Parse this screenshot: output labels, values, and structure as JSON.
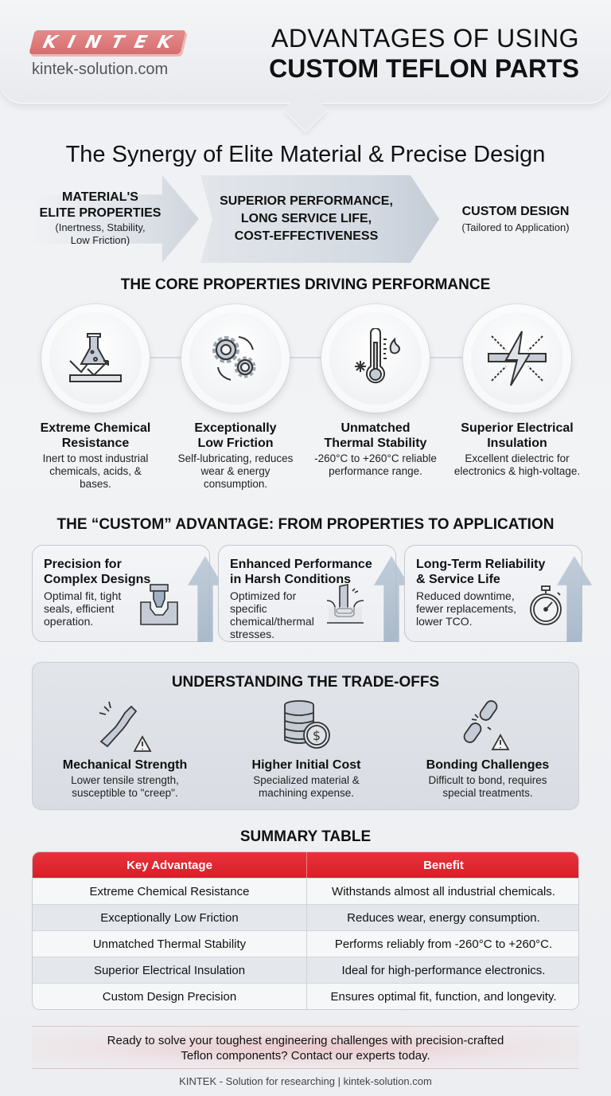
{
  "header": {
    "logo_text": "KINTEK",
    "logo_url": "kintek-solution.com",
    "title_line1": "ADVANTAGES OF USING",
    "title_line2": "CUSTOM TEFLON PARTS",
    "brand_color": "#d66e6e"
  },
  "synergy": {
    "title": "The Synergy of Elite Material & Precise Design",
    "steps": [
      {
        "title_line1": "MATERIAL'S",
        "title_line2": "ELITE PROPERTIES",
        "sub_line1": "(Inertness, Stability,",
        "sub_line2": "Low Friction)"
      },
      {
        "title_line1": "SUPERIOR PERFORMANCE,",
        "title_line2": "LONG SERVICE LIFE,",
        "title_line3": "COST-EFFECTIVENESS"
      },
      {
        "title_line1": "CUSTOM DESIGN",
        "sub_line1": "(Tailored to Application)"
      }
    ]
  },
  "core": {
    "title": "THE CORE PROPERTIES DRIVING PERFORMANCE",
    "items": [
      {
        "icon": "flask-icon",
        "name_line1": "Extreme Chemical",
        "name_line2": "Resistance",
        "desc_line1": "Inert to most industrial",
        "desc_line2": "chemicals, acids, &",
        "desc_line3": "bases."
      },
      {
        "icon": "gears-icon",
        "name_line1": "Exceptionally",
        "name_line2": "Low Friction",
        "desc_line1": "Self-lubricating, reduces",
        "desc_line2": "wear & energy",
        "desc_line3": "consumption."
      },
      {
        "icon": "thermometer-icon",
        "name_line1": "Unmatched",
        "name_line2": "Thermal Stability",
        "desc_line1": "-260°C to +260°C reliable",
        "desc_line2": "performance range."
      },
      {
        "icon": "lightning-icon",
        "name_line1": "Superior Electrical",
        "name_line2": "Insulation",
        "desc_line1": "Excellent dielectric for",
        "desc_line2": "electronics & high-voltage."
      }
    ]
  },
  "custom": {
    "title": "THE “CUSTOM” ADVANTAGE: FROM PROPERTIES TO APPLICATION",
    "cards": [
      {
        "icon": "mold-icon",
        "title_line1": "Precision for",
        "title_line2": "Complex Designs",
        "desc_line1": "Optimal fit, tight",
        "desc_line2": "seals, efficient",
        "desc_line3": "operation."
      },
      {
        "icon": "seal-icon",
        "title_line1": "Enhanced Performance",
        "title_line2": "in Harsh Conditions",
        "desc_line1": "Optimized for specific",
        "desc_line2": "chemical/thermal",
        "desc_line3": "stresses."
      },
      {
        "icon": "stopwatch-icon",
        "title_line1": "Long-Term Reliability",
        "title_line2": "& Service Life",
        "desc_line1": "Reduced downtime,",
        "desc_line2": "fewer replacements,",
        "desc_line3": "lower TCO."
      }
    ]
  },
  "tradeoffs": {
    "title": "UNDERSTANDING THE TRADE-OFFS",
    "items": [
      {
        "icon": "bent-bar-warning-icon",
        "name": "Mechanical Strength",
        "desc_line1": "Lower tensile strength,",
        "desc_line2": "susceptible to \"creep\"."
      },
      {
        "icon": "coins-dollar-icon",
        "name": "Higher Initial Cost",
        "desc_line1": "Specialized material &",
        "desc_line2": "machining expense."
      },
      {
        "icon": "broken-chain-warning-icon",
        "name": "Bonding Challenges",
        "desc_line1": "Difficult to bond, requires",
        "desc_line2": "special treatments."
      }
    ]
  },
  "summary": {
    "title": "SUMMARY TABLE",
    "header_color": "#dc2a32",
    "columns": [
      "Key Advantage",
      "Benefit"
    ],
    "rows": [
      [
        "Extreme Chemical Resistance",
        "Withstands almost all industrial chemicals."
      ],
      [
        "Exceptionally Low Friction",
        "Reduces wear, energy consumption."
      ],
      [
        "Unmatched Thermal Stability",
        "Performs reliably from -260°C to +260°C."
      ],
      [
        "Superior Electrical Insulation",
        "Ideal for high-performance electronics."
      ],
      [
        "Custom Design Precision",
        "Ensures optimal fit, function, and longevity."
      ]
    ]
  },
  "cta": {
    "line1": "Ready to solve your toughest engineering challenges with precision-crafted",
    "line2": "Teflon components? Contact our experts today."
  },
  "footer": {
    "text": "KINTEK - Solution for researching | kintek-solution.com"
  }
}
